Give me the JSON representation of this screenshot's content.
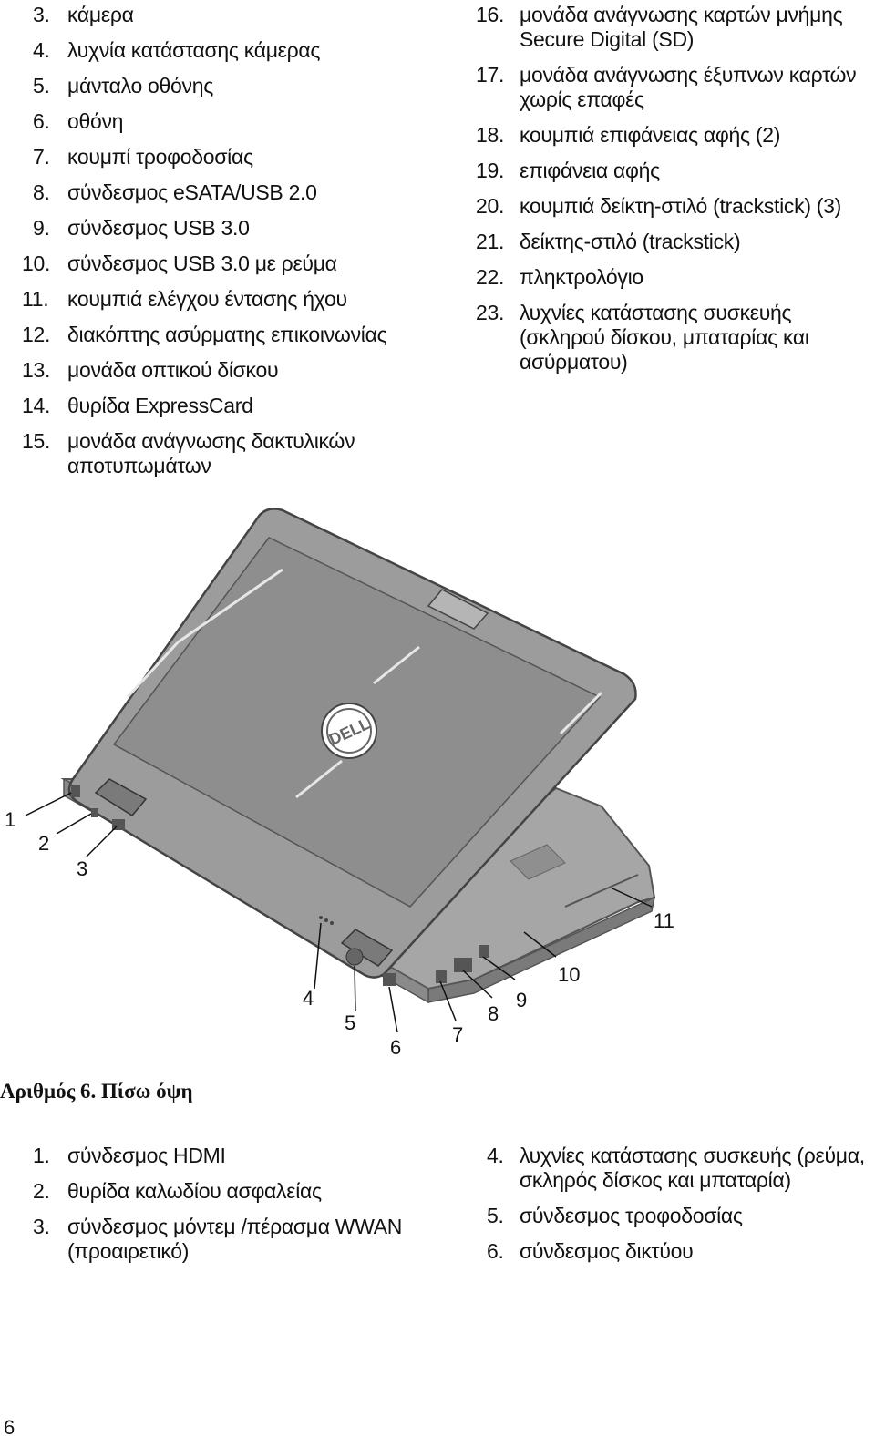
{
  "top_left_items": [
    {
      "num": "3.",
      "label": "κάμερα"
    },
    {
      "num": "4.",
      "label": "λυχνία κατάστασης κάμερας"
    },
    {
      "num": "5.",
      "label": "μάνταλο οθόνης"
    },
    {
      "num": "6.",
      "label": "οθόνη"
    },
    {
      "num": "7.",
      "label": "κουμπί τροφοδοσίας"
    },
    {
      "num": "8.",
      "label": "σύνδεσμος eSATA/USB 2.0"
    },
    {
      "num": "9.",
      "label": "σύνδεσμος USB 3.0"
    },
    {
      "num": "10.",
      "label": "σύνδεσμος USB 3.0 με ρεύμα"
    },
    {
      "num": "11.",
      "label": "κουμπιά ελέγχου έντασης ήχου"
    },
    {
      "num": "12.",
      "label": "διακόπτης ασύρματης επικοινωνίας"
    },
    {
      "num": "13.",
      "label": "μονάδα οπτικού δίσκου"
    },
    {
      "num": "14.",
      "label": "θυρίδα ExpressCard"
    },
    {
      "num": "15.",
      "label": "μονάδα ανάγνωσης δακτυλικών αποτυπωμάτων"
    }
  ],
  "top_right_items": [
    {
      "num": "16.",
      "label": "μονάδα ανάγνωσης καρτών μνήμης Secure Digital (SD)"
    },
    {
      "num": "17.",
      "label": "μονάδα ανάγνωσης έξυπνων καρτών χωρίς επαφές"
    },
    {
      "num": "18.",
      "label": "κουμπιά επιφάνειας αφής (2)"
    },
    {
      "num": "19.",
      "label": "επιφάνεια αφής"
    },
    {
      "num": "20.",
      "label": "κουμπιά δείκτη-στιλό (trackstick) (3)"
    },
    {
      "num": "21.",
      "label": "δείκτης-στιλό (trackstick)"
    },
    {
      "num": "22.",
      "label": "πληκτρολόγιο"
    },
    {
      "num": "23.",
      "label": "λυχνίες κατάστασης συσκευής (σκληρού δίσκου, μπαταρίας και ασύρματου)"
    }
  ],
  "figure": {
    "caption": "Αριθμός 6. Πίσω όψη",
    "logo_text": "DELL",
    "callouts": [
      "1",
      "2",
      "3",
      "4",
      "5",
      "6",
      "7",
      "8",
      "9",
      "10",
      "11"
    ],
    "colors": {
      "body": "#9a9a9a",
      "lid": "#8c8c8c",
      "edge": "#555555"
    }
  },
  "bottom_left_items": [
    {
      "num": "1.",
      "label": "σύνδεσμος HDMI"
    },
    {
      "num": "2.",
      "label": "θυρίδα καλωδίου ασφαλείας"
    },
    {
      "num": "3.",
      "label": "σύνδεσμος μόντεμ /πέρασμα WWAN (προαιρετικό)"
    }
  ],
  "bottom_right_items": [
    {
      "num": "4.",
      "label": "λυχνίες κατάστασης συσκευής (ρεύμα, σκληρός δίσκος και μπαταρία)"
    },
    {
      "num": "5.",
      "label": "σύνδεσμος τροφοδοσίας"
    },
    {
      "num": "6.",
      "label": "σύνδεσμος δικτύου"
    }
  ],
  "page_number": "6"
}
